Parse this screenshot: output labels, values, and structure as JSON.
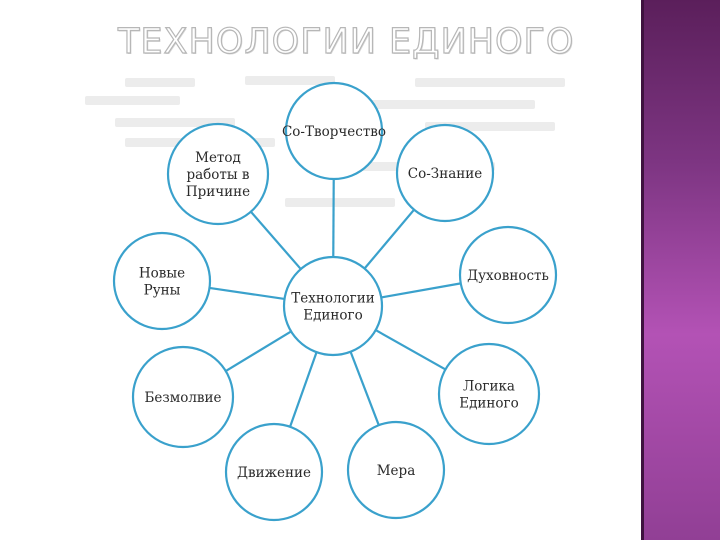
{
  "slide": {
    "title": "ТЕХНОЛОГИИ ЕДИНОГО"
  },
  "diagram": {
    "center": {
      "lines": [
        "Технологии",
        "Единого"
      ]
    },
    "satellites": [
      {
        "id": "sotvorchestvo",
        "lines": [
          "Со-Творчество"
        ]
      },
      {
        "id": "soznanie",
        "lines": [
          "Со-Знание"
        ]
      },
      {
        "id": "duhovnost",
        "lines": [
          "Духовность"
        ]
      },
      {
        "id": "logika",
        "lines": [
          "Логика",
          "Единого"
        ]
      },
      {
        "id": "mera",
        "lines": [
          "Мера"
        ]
      },
      {
        "id": "dvizhenie",
        "lines": [
          "Движение"
        ]
      },
      {
        "id": "bezmolvie",
        "lines": [
          "Безмолвие"
        ]
      },
      {
        "id": "novye-runy",
        "lines": [
          "Новые",
          "Руны"
        ]
      },
      {
        "id": "metod",
        "lines": [
          "Метод",
          "работы в",
          "Причине"
        ]
      }
    ],
    "colors": {
      "circle_stroke": "#3aa1cc",
      "connector": "#3aa1cc",
      "text": "#2a2a2a",
      "accent_band": "#8a3a8f"
    }
  }
}
